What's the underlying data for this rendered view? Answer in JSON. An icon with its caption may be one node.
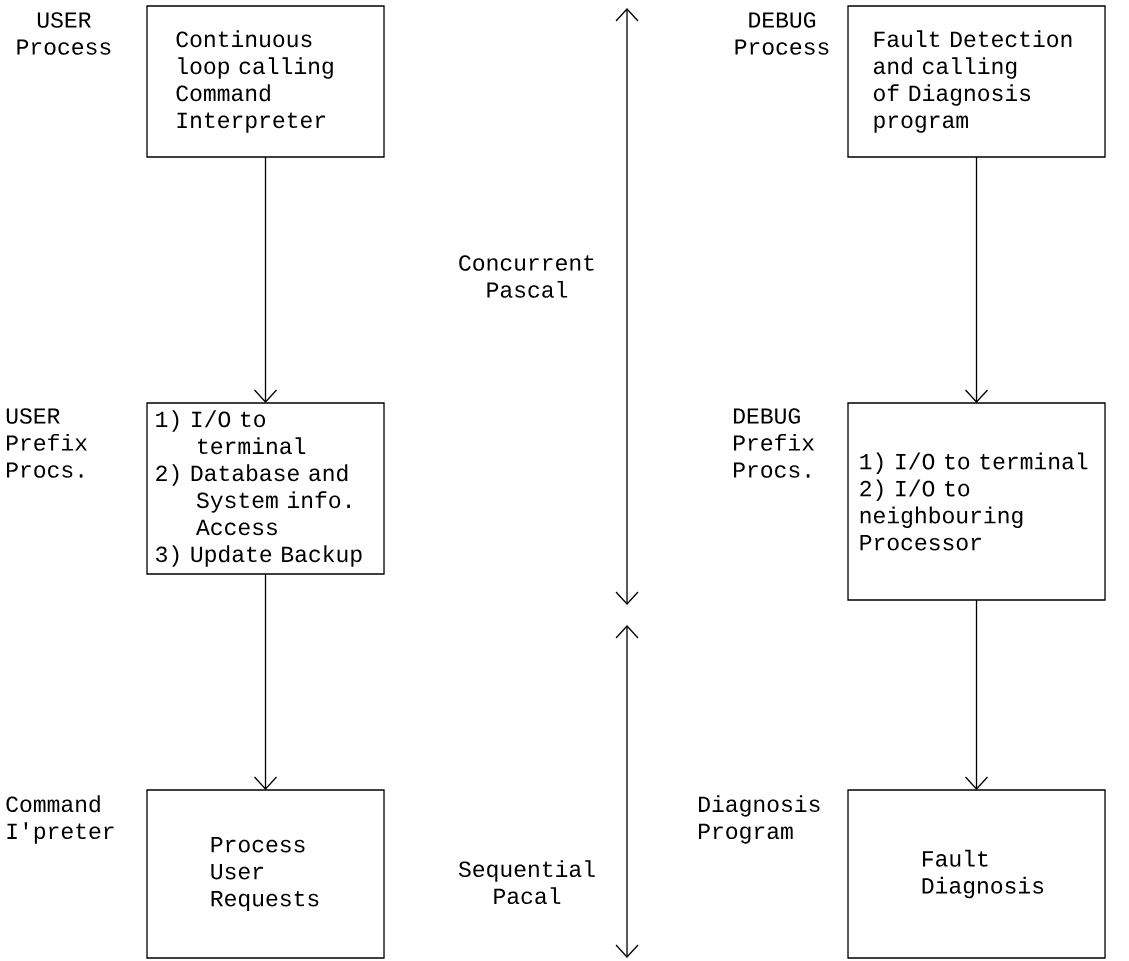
{
  "diagram": {
    "nodes": [
      {
        "text": [
          "Continuous loop calling Command Interpreter"
        ],
        "beside": [
          "USER Process"
        ]
      },
      {
        "text": [
          "1) I/O to terminal",
          "2) Database and System info. Access",
          "3) Update Backup"
        ],
        "beside": [
          "USER Prefix Procs."
        ]
      },
      {
        "text": [
          "Process User Requests"
        ],
        "beside": [
          "Command I'preter"
        ]
      },
      {
        "text": [
          "Fault Detection and calling of Diagnosis program"
        ],
        "beside": [
          "DEBUG Process"
        ]
      },
      {
        "text": [
          "1) I/O to terminal",
          "2) I/O to neighbouring Processor"
        ],
        "beside": [
          "DEBUG Prefix Procs."
        ]
      },
      {
        "text": [
          "Fault Diagnosis"
        ],
        "beside": [
          "Diagnosis Program"
        ]
      }
    ],
    "edges": [
      {
        "from": 0,
        "to": 1,
        "arrow": "to"
      },
      {
        "from": 1,
        "to": 2,
        "arrow": "to"
      },
      {
        "from": 3,
        "to": 4,
        "arrow": "to"
      },
      {
        "from": 4,
        "to": 5,
        "arrow": "to"
      }
    ],
    "labels": [
      "Concurrent Pascal",
      "Sequential Pacal"
    ]
  }
}
